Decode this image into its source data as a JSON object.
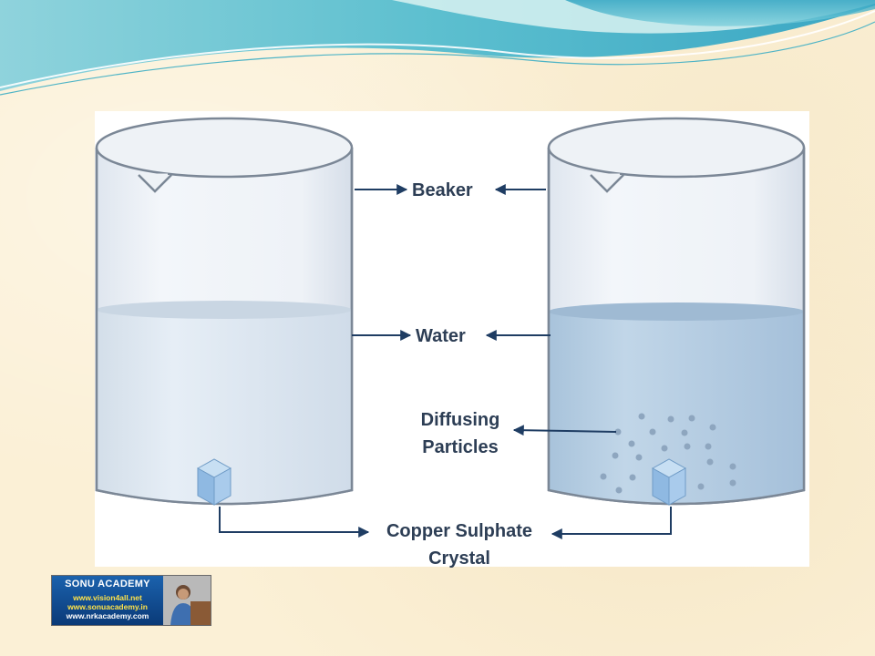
{
  "labels": {
    "beaker": "Beaker",
    "water": "Water",
    "diffusing_line1": "Diffusing",
    "diffusing_line2": "Particles",
    "crystal_line1": "Copper Sulphate",
    "crystal_line2": "Crystal"
  },
  "logo": {
    "title": "SONU ACADEMY",
    "line1": "www.vision4all.net",
    "line2": "www.sonuacademy.in",
    "line3": "www.nrkacademy.com"
  },
  "colors": {
    "label_text": "#2d3e55",
    "arrow": "#1f3d63",
    "water_left": "#e3ebf3",
    "water_right": "#b8d1e6",
    "crystal": "#a3c7e9",
    "background": "#fbf0d6",
    "wave_teal": "#5fc0cf"
  },
  "icons": {
    "beaker": "beaker-icon",
    "crystal": "cube-crystal-icon",
    "particles": "particle-dots-icon",
    "logo_photo": "presenter-photo-icon"
  }
}
